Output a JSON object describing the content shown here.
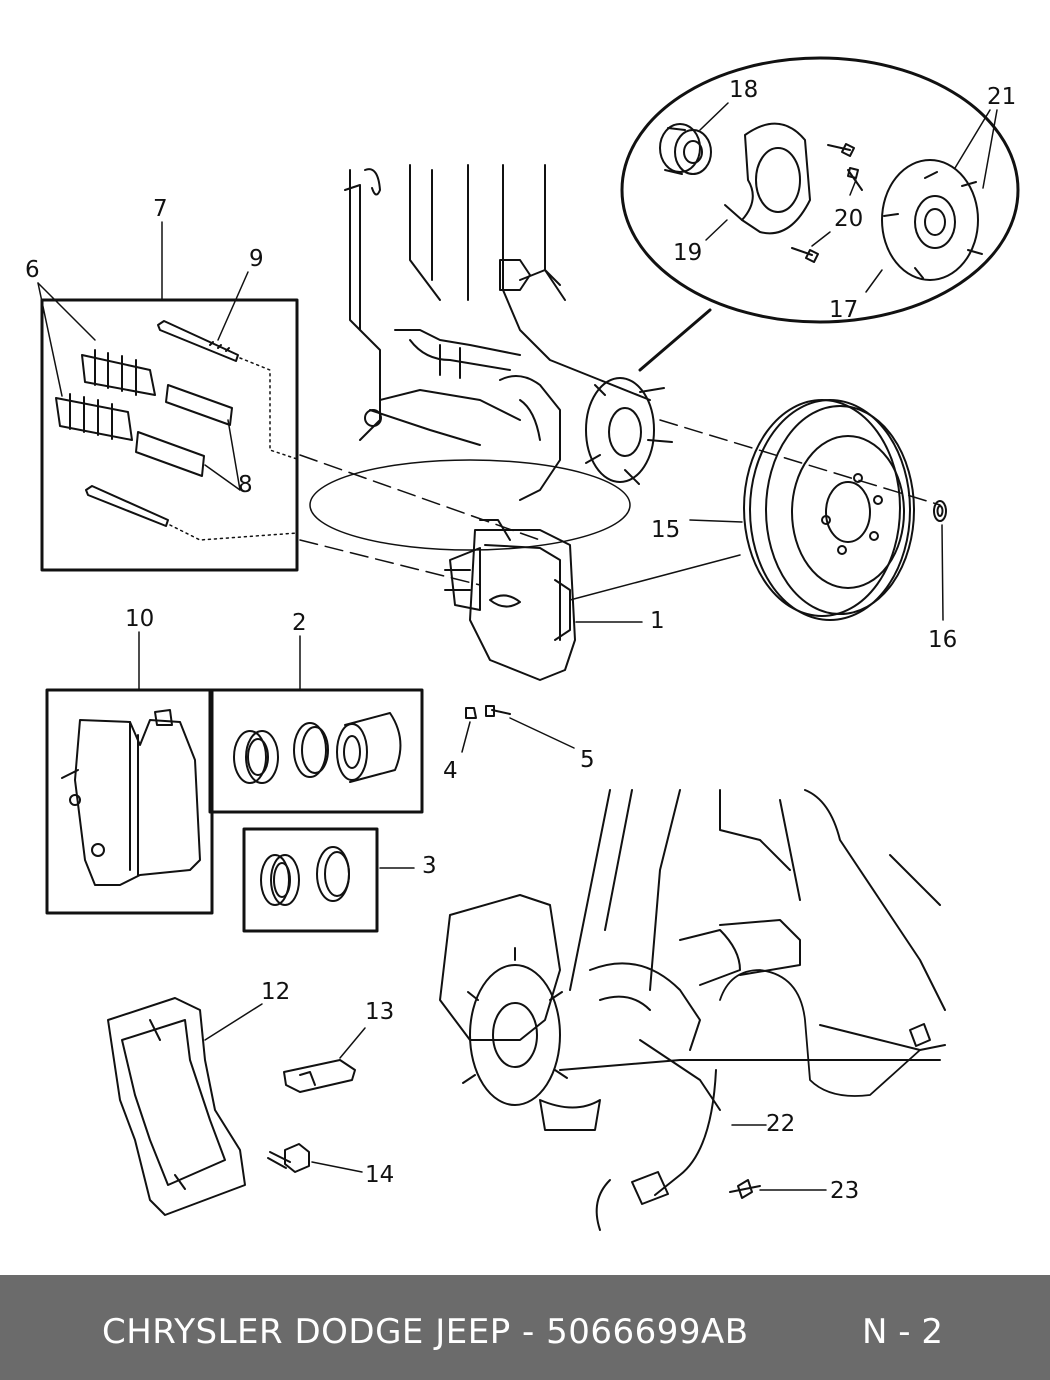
{
  "diagram": {
    "callouts": {
      "c1": "1",
      "c2": "2",
      "c3": "3",
      "c4": "4",
      "c5": "5",
      "c6": "6",
      "c7": "7",
      "c8": "8",
      "c9": "9",
      "c10": "10",
      "c12": "12",
      "c13": "13",
      "c14": "14",
      "c15": "15",
      "c16": "16",
      "c17": "17",
      "c18": "18",
      "c19": "19",
      "c20": "20",
      "c21": "21",
      "c22": "22",
      "c23": "23"
    }
  },
  "footer": {
    "title": "CHRYSLER DODGE JEEP - 5066699AB",
    "page": "N - 2"
  },
  "colors": {
    "line": "#111111",
    "footer_bg": "#6b6b6b",
    "footer_text": "#ffffff"
  }
}
